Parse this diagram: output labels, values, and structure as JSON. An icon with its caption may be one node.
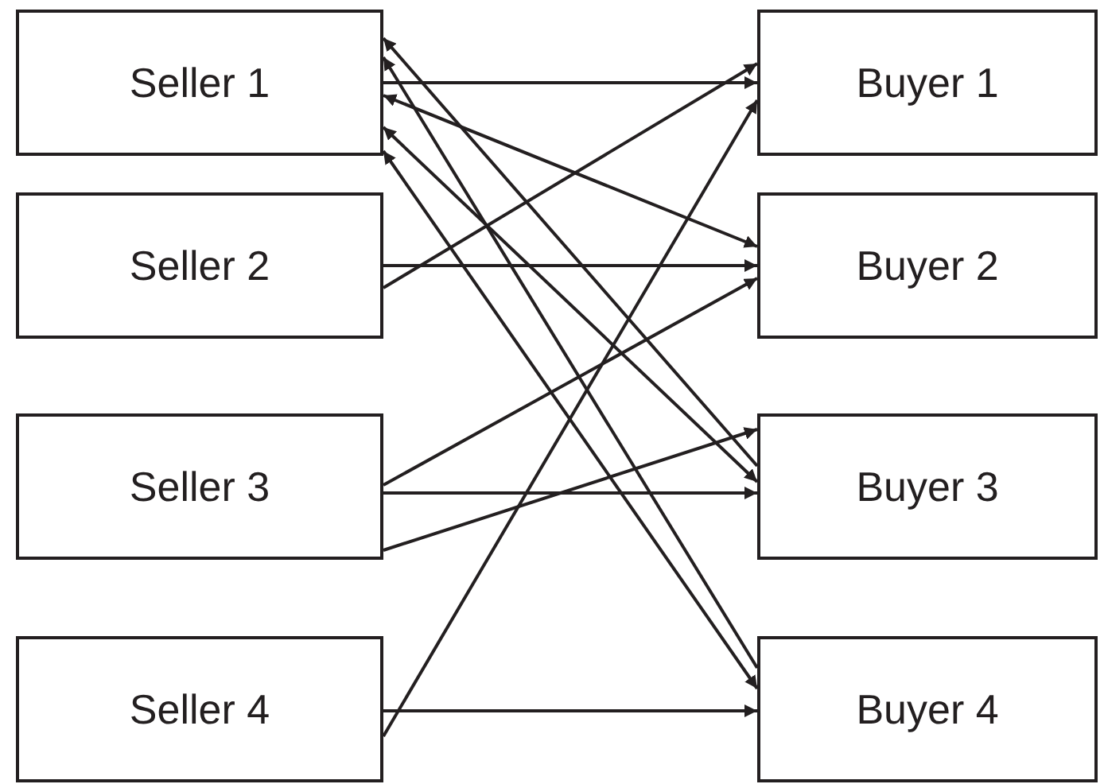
{
  "diagram": {
    "nodes": [
      {
        "text": [
          "Seller 1"
        ]
      },
      {
        "text": [
          "Seller 2"
        ]
      },
      {
        "text": [
          "Seller 3"
        ]
      },
      {
        "text": [
          "Seller 4"
        ]
      },
      {
        "text": [
          "Buyer 1"
        ]
      },
      {
        "text": [
          "Buyer 2"
        ]
      },
      {
        "text": [
          "Buyer 3"
        ]
      },
      {
        "text": [
          "Buyer 4"
        ]
      }
    ],
    "edges": [
      {
        "from": 0,
        "to": 4,
        "arrow": "to"
      },
      {
        "from": 0,
        "to": 5,
        "arrow": "both"
      },
      {
        "from": 6,
        "to": 0,
        "arrow": "to"
      },
      {
        "from": 0,
        "to": 6,
        "arrow": "both"
      },
      {
        "from": 7,
        "to": 0,
        "arrow": "to"
      },
      {
        "from": 0,
        "to": 7,
        "arrow": "both"
      },
      {
        "from": 1,
        "to": 4,
        "arrow": "to"
      },
      {
        "from": 1,
        "to": 5,
        "arrow": "to"
      },
      {
        "from": 2,
        "to": 5,
        "arrow": "to"
      },
      {
        "from": 2,
        "to": 6,
        "arrow": "to"
      },
      {
        "from": 2,
        "to": 6,
        "arrow": "to"
      },
      {
        "from": 3,
        "to": 4,
        "arrow": "to"
      },
      {
        "from": 3,
        "to": 7,
        "arrow": "to"
      }
    ]
  }
}
